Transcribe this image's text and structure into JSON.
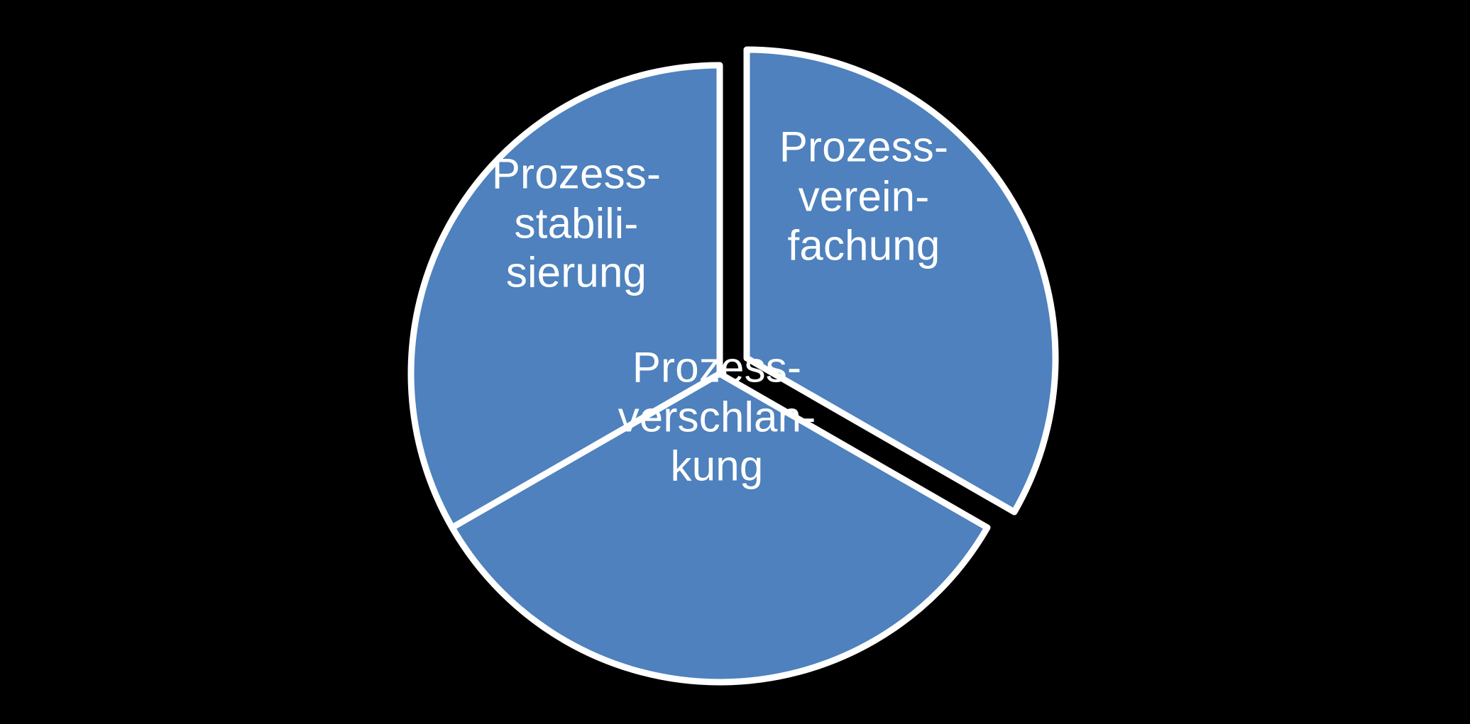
{
  "figure": {
    "background_color": "#000000",
    "slice_color": "#4E81BD",
    "border_color": "#FFFFFF",
    "label_color": "#FFFFFF"
  },
  "chart_data": {
    "type": "pie",
    "title": "",
    "subtitle": "",
    "xlabel": "",
    "ylabel": "",
    "legend_position": "none",
    "grid": false,
    "labels_inside_slices": true,
    "start_angle_deg": 0,
    "direction": "clockwise",
    "categories": [
      "Prozess-stabilisierung",
      "Prozess-vereinfachung",
      "Prozess-verschlankung"
    ],
    "values": [
      33.3,
      33.3,
      33.3
    ],
    "slices": [
      {
        "name": "Prozess-stabilisierung",
        "label": "Prozess-\nstabili-\nsierung",
        "value": 33.3,
        "angle_deg": 120,
        "start_deg": 240,
        "end_deg": 360,
        "color": "#4E81BD",
        "exploded": false
      },
      {
        "name": "Prozess-vereinfachung",
        "label": "Prozess-\nverein-\nfachung",
        "value": 33.3,
        "angle_deg": 120,
        "start_deg": 0,
        "end_deg": 120,
        "color": "#4E81BD",
        "exploded": true
      },
      {
        "name": "Prozess-verschlankung",
        "label": "Prozess-\nverschlan-\nkung",
        "value": 33.3,
        "angle_deg": 120,
        "start_deg": 120,
        "end_deg": 240,
        "color": "#4E81BD",
        "exploded": false
      }
    ]
  }
}
